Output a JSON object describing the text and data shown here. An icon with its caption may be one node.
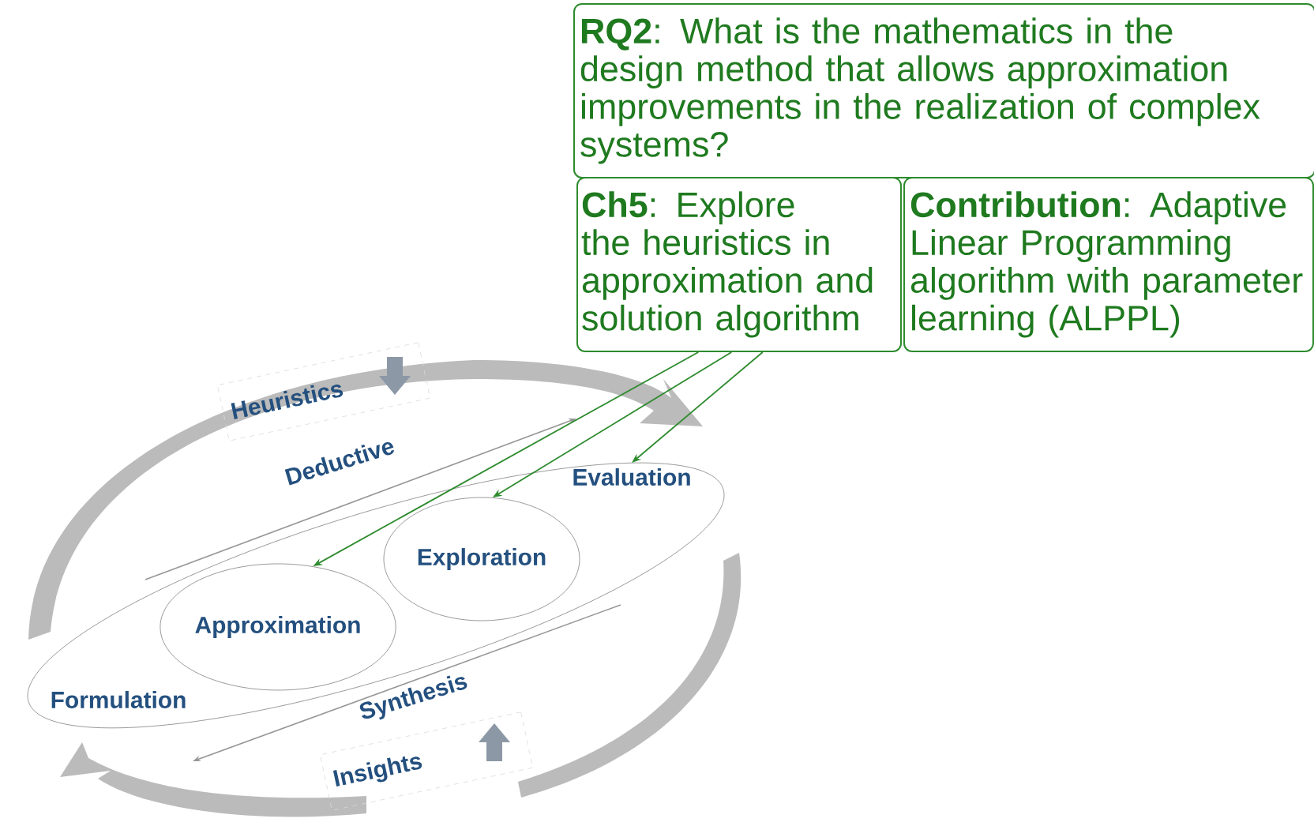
{
  "diagram": {
    "nodes": [
      {
        "text": [
          "**RQ2**: What is the mathematics in the design method that allows approximation improvements in the realization of complex systems?"
        ]
      },
      {
        "text": [
          "**Ch5**: Explore the heuristics in approximation and solution algorithm"
        ]
      },
      {
        "text": [
          "**Contribution**: Adaptive Linear Programming algorithm with parameter learning (ALPPL)"
        ]
      },
      {
        "text": [
          "Formulation"
        ]
      },
      {
        "text": [
          "Approximation"
        ],
        "in": 3
      },
      {
        "text": [
          "Exploration"
        ],
        "in": 3
      },
      {
        "text": [
          "Evaluation"
        ],
        "in": 3
      },
      {
        "text": [
          "Heuristics"
        ]
      },
      {
        "text": [
          "Insights"
        ]
      }
    ],
    "edges": [
      {
        "from": 1,
        "to": 4,
        "arrow": "to"
      },
      {
        "from": 1,
        "to": 5,
        "arrow": "to"
      },
      {
        "from": 1,
        "to": 6,
        "arrow": "to"
      }
    ],
    "labels": [
      "Deductive",
      "Synthesis"
    ]
  }
}
